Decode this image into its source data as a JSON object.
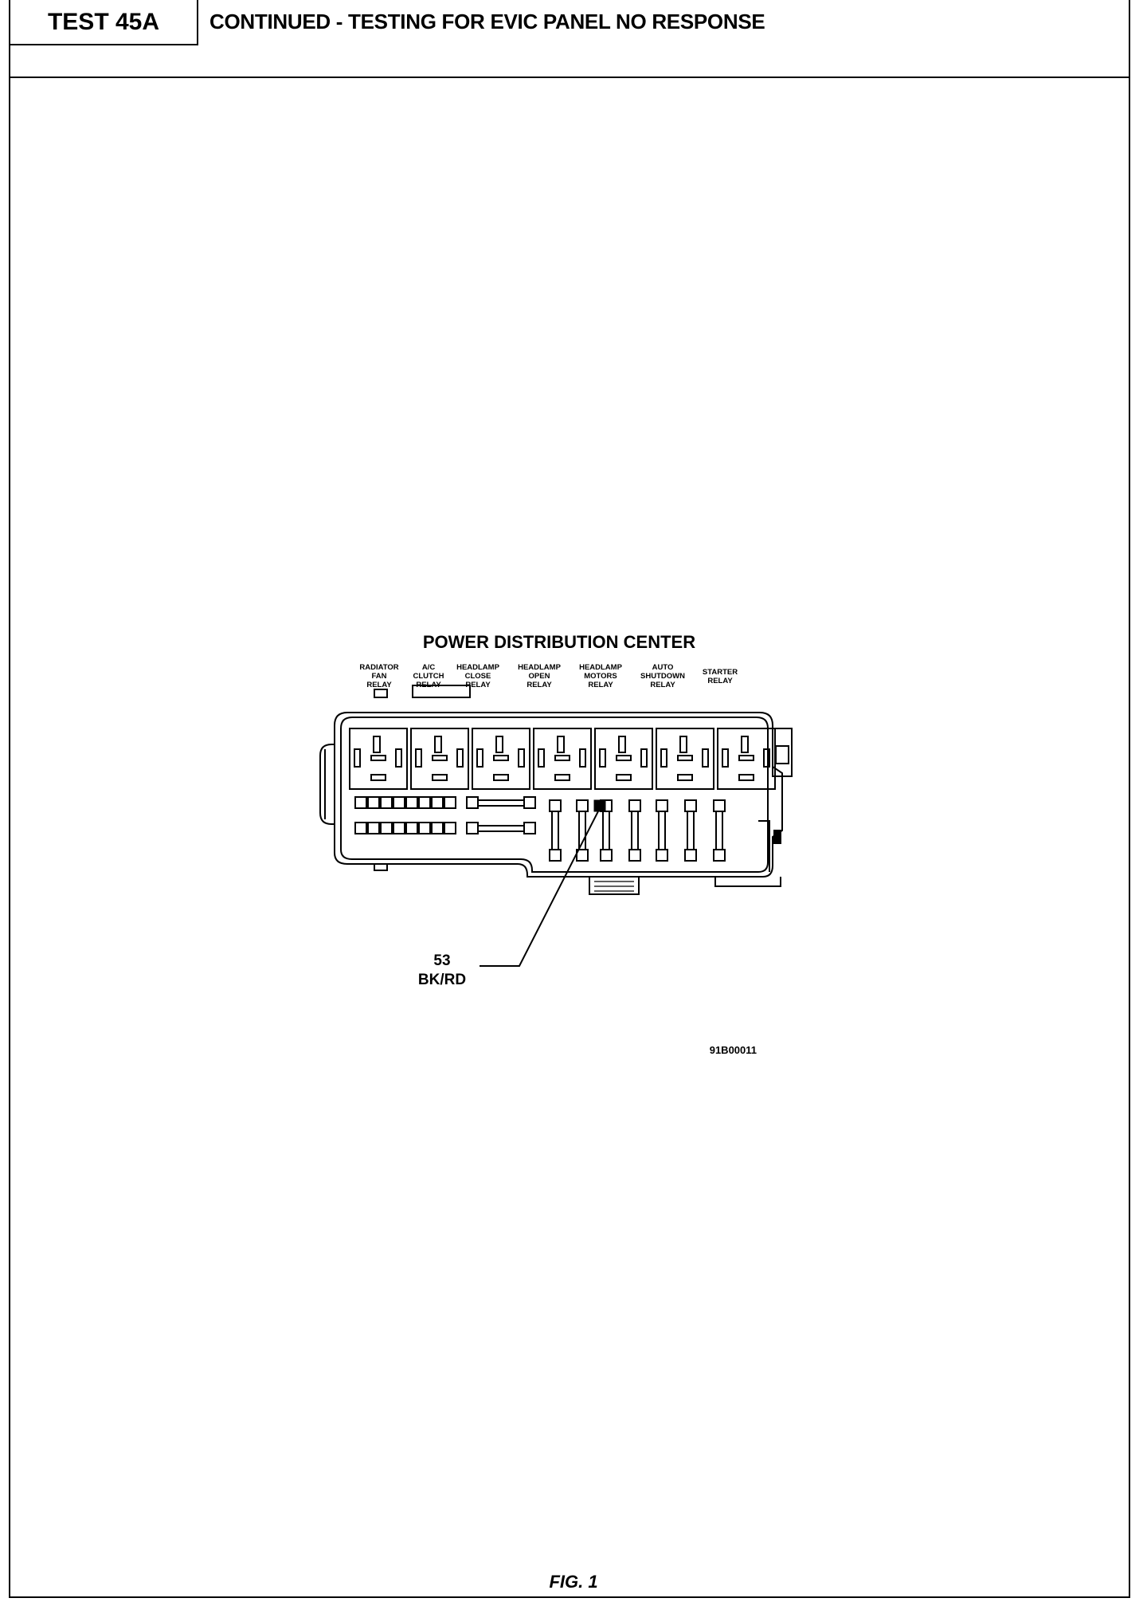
{
  "header": {
    "test_id": "TEST 45A",
    "title": "CONTINUED - TESTING FOR EVIC PANEL NO RESPONSE"
  },
  "figure": {
    "title": "POWER DISTRIBUTION CENTER",
    "relays": [
      {
        "line1": "RADIATOR",
        "line2": "FAN",
        "line3": "RELAY"
      },
      {
        "line1": "A/C",
        "line2": "CLUTCH",
        "line3": "RELAY"
      },
      {
        "line1": "HEADLAMP",
        "line2": "CLOSE",
        "line3": "RELAY"
      },
      {
        "line1": "HEADLAMP",
        "line2": "OPEN",
        "line3": "RELAY"
      },
      {
        "line1": "HEADLAMP",
        "line2": "MOTORS",
        "line3": "RELAY"
      },
      {
        "line1": "AUTO",
        "line2": "SHUTDOWN",
        "line3": "RELAY"
      },
      {
        "line1": "STARTER",
        "line2": "RELAY",
        "line3": ""
      }
    ],
    "wire_circuit": "53",
    "wire_color": "BK/RD",
    "drawing_code": "91B00011",
    "caption": "FIG. 1"
  }
}
